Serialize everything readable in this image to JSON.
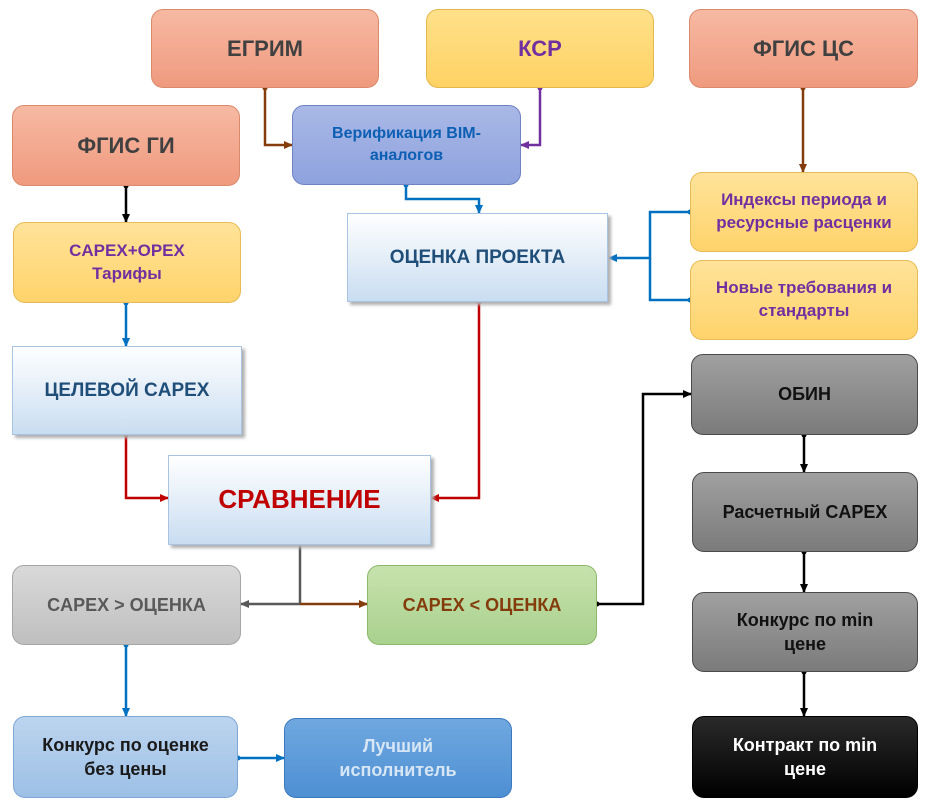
{
  "nodes": {
    "egrim": "ЕГРИМ",
    "ksr": "КСР",
    "fgis_cs": "ФГИС ЦС",
    "fgis_gi": "ФГИС ГИ",
    "verification": "Верификация BIM-\nаналогов",
    "indices": "Индексы периода и\nресурсные расценки",
    "capex_opex": "CAPEX+OPEX\nТарифы",
    "project_eval": "ОЦЕНКА ПРОЕКТА",
    "new_req": "Новые требования и\nстандарты",
    "target_capex": "ЦЕЛЕВОЙ CAPEX",
    "obin": "ОБИН",
    "comparison": "СРАВНЕНИЕ",
    "calc_capex": "Расчетный CAPEX",
    "capex_gt": "CAPEX > ОЦЕНКА",
    "capex_lt": "CAPEX < ОЦЕНКА",
    "contest_min": "Конкурс по min\nцене",
    "contest_eval": "Конкурс по оценке\nбез цены",
    "best_exec": "Лучший\nисполнитель",
    "contract_min": "Контракт по min\nцене"
  },
  "colors": {
    "brown": "#843c0c",
    "purple": "#7030a0",
    "blue": "#0070c0",
    "black": "#000000",
    "red": "#c00000",
    "gray": "#595959",
    "comparison_text": "#c00000"
  }
}
